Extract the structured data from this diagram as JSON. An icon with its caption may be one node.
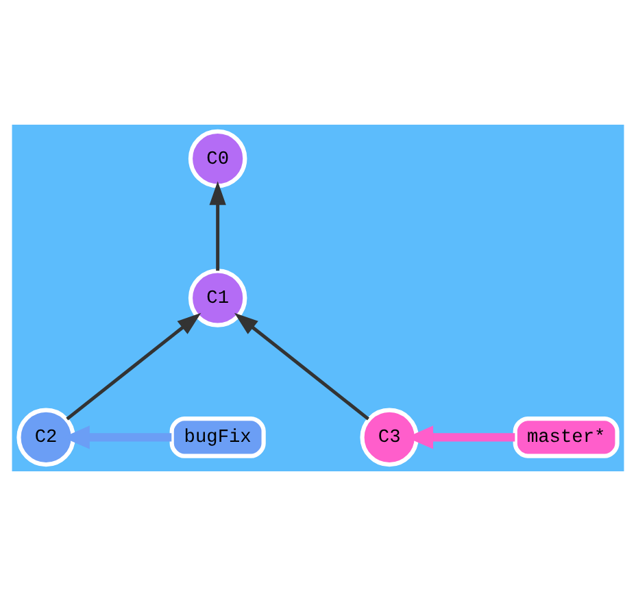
{
  "diagram": {
    "nodes": [
      {
        "text": [
          "C0"
        ]
      },
      {
        "text": [
          "C1"
        ]
      },
      {
        "text": [
          "C2"
        ]
      },
      {
        "text": [
          "C3"
        ]
      },
      {
        "text": [
          "bugFix"
        ]
      },
      {
        "text": [
          "master*"
        ]
      }
    ],
    "edges": [
      {
        "from": 1,
        "to": 0,
        "arrow": "to"
      },
      {
        "from": 2,
        "to": 1,
        "arrow": "to"
      },
      {
        "from": 3,
        "to": 1,
        "arrow": "to"
      },
      {
        "from": 4,
        "to": 2,
        "arrow": "to",
        "style": "thick",
        "color": "#6b9ef5"
      },
      {
        "from": 5,
        "to": 3,
        "arrow": "to",
        "style": "thick",
        "color": "#ff5ecb"
      }
    ]
  }
}
